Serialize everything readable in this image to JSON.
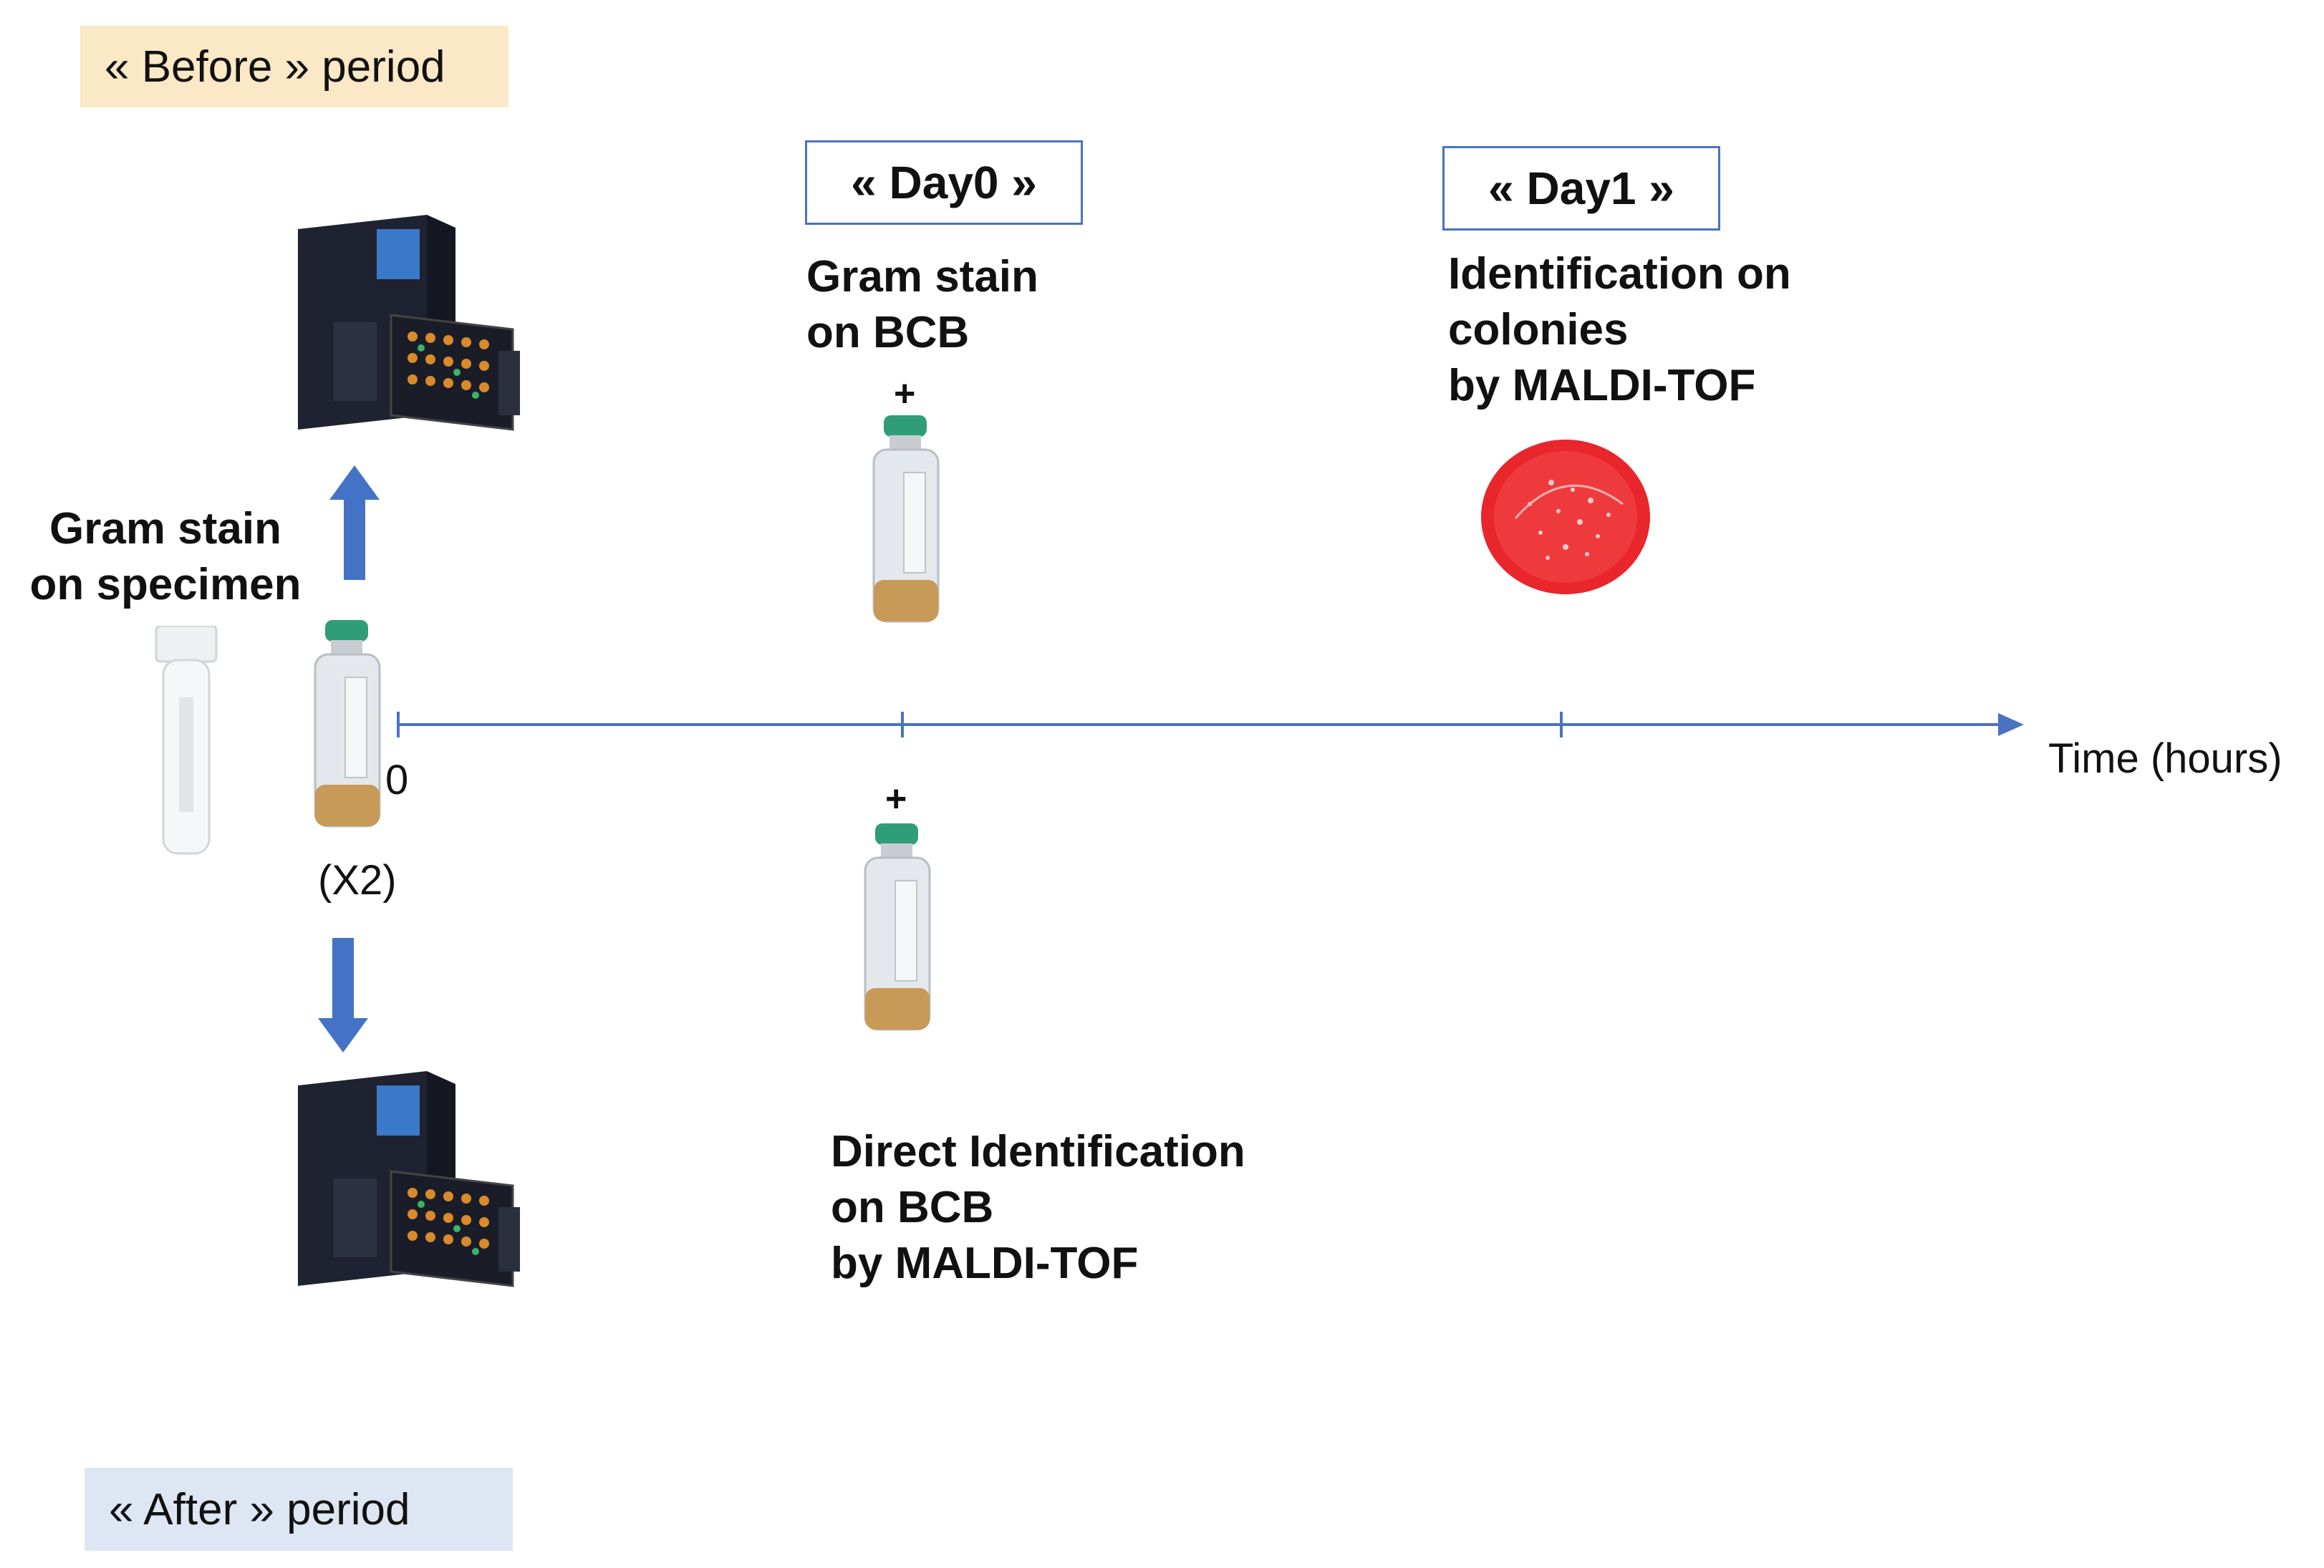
{
  "periods": {
    "before": "« Before » period",
    "after": "« After » period"
  },
  "days": {
    "day0": "« Day0 »",
    "day1": "« Day1 »"
  },
  "labels": {
    "gram_stain_bcb": [
      "Gram stain",
      "on BCB"
    ],
    "gram_stain_specimen": [
      "Gram stain",
      "on specimen"
    ],
    "identification_colonies": [
      "Identification on",
      "colonies",
      "by MALDI-TOF"
    ],
    "direct_identification": [
      "Direct Identification",
      "on BCB",
      "by MALDI-TOF"
    ],
    "plus_top": "+",
    "plus_bottom": "+",
    "x2": "(X2)",
    "zero": "0",
    "time_axis": "Time (hours)"
  },
  "colors": {
    "axis": "#4a72c2",
    "arrow": "#4472c4",
    "before_bg": "#fbe8c6",
    "after_bg": "#dce7f3",
    "petri_red": "#e8262b"
  },
  "icons": [
    "blood-culture-instrument-icon",
    "blood-culture-bottle-icon",
    "specimen-tube-icon",
    "petri-dish-icon"
  ]
}
